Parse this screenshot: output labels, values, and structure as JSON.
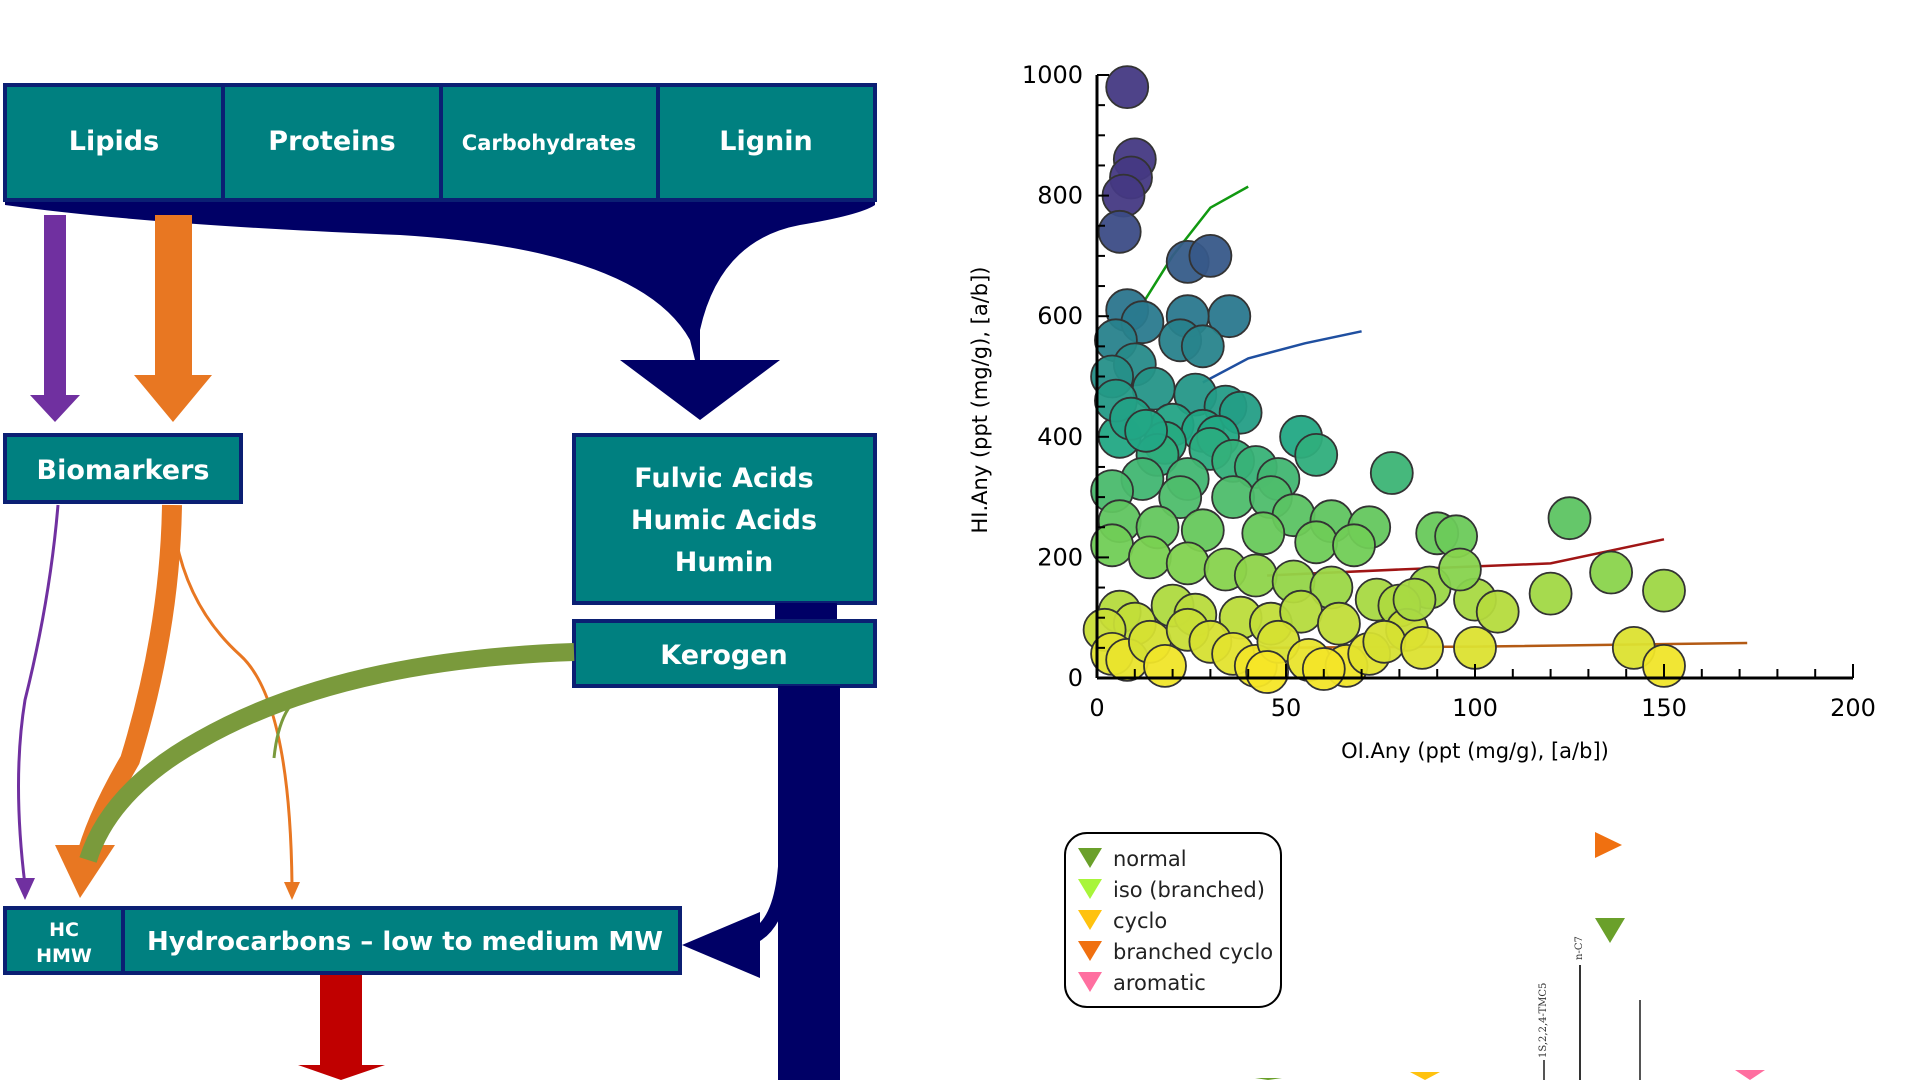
{
  "flow": {
    "sources": [
      "Lipids",
      "Proteins",
      "Carbohydrates",
      "Lignin"
    ],
    "biomarkers": "Biomarkers",
    "acids": [
      "Fulvic Acids",
      "Humic Acids",
      "Humin"
    ],
    "kerogen": "Kerogen",
    "hc_hmw": [
      "HC",
      "HMW"
    ],
    "hydrocarbons": "Hydrocarbons – low to medium MW",
    "colors": {
      "box": "#008080",
      "border": "#0b1f73",
      "navy": "#000066",
      "purple": "#7030a0",
      "orange": "#e87722",
      "green": "#7a9a3c",
      "red": "#c00000"
    }
  },
  "chart_data": [
    {
      "type": "scatter",
      "title": "",
      "xlabel": "OI.Any (ppt (mg/g), [a/b])",
      "ylabel": "HI.Any (ppt (mg/g), [a/b])",
      "xlim": [
        0,
        200
      ],
      "ylim": [
        0,
        1000
      ],
      "x_ticks": [
        "0",
        "50",
        "100",
        "150",
        "200"
      ],
      "y_ticks": [
        "0",
        "200",
        "400",
        "600",
        "800",
        "1000"
      ],
      "colormap": "viridis",
      "series": [
        {
          "points": [
            [
              8,
              980
            ],
            [
              10,
              860
            ],
            [
              9,
              830
            ],
            [
              7,
              800
            ],
            [
              6,
              740
            ],
            [
              24,
              690
            ],
            [
              30,
              700
            ],
            [
              35,
              600
            ],
            [
              8,
              610
            ],
            [
              12,
              590
            ],
            [
              5,
              560
            ],
            [
              24,
              600
            ],
            [
              22,
              560
            ],
            [
              28,
              550
            ],
            [
              10,
              520
            ],
            [
              4,
              500
            ],
            [
              15,
              480
            ],
            [
              26,
              470
            ],
            [
              34,
              450
            ],
            [
              38,
              440
            ],
            [
              20,
              420
            ],
            [
              28,
              410
            ],
            [
              32,
              400
            ],
            [
              6,
              400
            ],
            [
              18,
              390
            ],
            [
              16,
              370
            ],
            [
              30,
              380
            ],
            [
              36,
              360
            ],
            [
              42,
              350
            ],
            [
              54,
              400
            ],
            [
              58,
              370
            ],
            [
              48,
              330
            ],
            [
              24,
              330
            ],
            [
              12,
              330
            ],
            [
              4,
              310
            ],
            [
              22,
              300
            ],
            [
              36,
              300
            ],
            [
              46,
              300
            ],
            [
              52,
              270
            ],
            [
              62,
              260
            ],
            [
              72,
              250
            ],
            [
              78,
              340
            ],
            [
              90,
              240
            ],
            [
              95,
              235
            ],
            [
              125,
              265
            ],
            [
              136,
              175
            ],
            [
              150,
              145
            ],
            [
              6,
              260
            ],
            [
              16,
              250
            ],
            [
              28,
              245
            ],
            [
              44,
              240
            ],
            [
              58,
              225
            ],
            [
              68,
              220
            ],
            [
              4,
              220
            ],
            [
              14,
              200
            ],
            [
              24,
              190
            ],
            [
              34,
              180
            ],
            [
              42,
              170
            ],
            [
              52,
              160
            ],
            [
              62,
              150
            ],
            [
              74,
              130
            ],
            [
              88,
              150
            ],
            [
              100,
              130
            ],
            [
              120,
              140
            ],
            [
              6,
              110
            ],
            [
              10,
              90
            ],
            [
              20,
              120
            ],
            [
              26,
              105
            ],
            [
              38,
              100
            ],
            [
              46,
              90
            ],
            [
              54,
              110
            ],
            [
              64,
              90
            ],
            [
              80,
              120
            ],
            [
              82,
              80
            ],
            [
              106,
              110
            ],
            [
              142,
              50
            ],
            [
              150,
              20
            ],
            [
              2,
              80
            ],
            [
              4,
              40
            ],
            [
              8,
              30
            ],
            [
              14,
              60
            ],
            [
              18,
              20
            ],
            [
              24,
              80
            ],
            [
              30,
              60
            ],
            [
              36,
              40
            ],
            [
              42,
              20
            ],
            [
              48,
              60
            ],
            [
              56,
              30
            ],
            [
              66,
              20
            ],
            [
              72,
              40
            ],
            [
              76,
              60
            ],
            [
              86,
              50
            ],
            [
              100,
              50
            ],
            [
              5,
              460
            ],
            [
              9,
              430
            ],
            [
              13,
              410
            ],
            [
              45,
              10
            ],
            [
              60,
              15
            ],
            [
              84,
              130
            ],
            [
              96,
              180
            ]
          ]
        }
      ],
      "trend_lines": [
        {
          "color": "#119911",
          "points": [
            [
              10,
              600
            ],
            [
              20,
              700
            ],
            [
              30,
              780
            ],
            [
              40,
              815
            ]
          ]
        },
        {
          "color": "#1f4fa0",
          "points": [
            [
              28,
              490
            ],
            [
              40,
              530
            ],
            [
              55,
              555
            ],
            [
              70,
              575
            ]
          ]
        },
        {
          "color": "#a01515",
          "points": [
            [
              45,
              170
            ],
            [
              80,
              180
            ],
            [
              120,
              190
            ],
            [
              150,
              230
            ]
          ]
        },
        {
          "color": "#b35a14",
          "points": [
            [
              40,
              50
            ],
            [
              100,
              52
            ],
            [
              172,
              58
            ]
          ]
        }
      ]
    },
    {
      "type": "legend-fragment",
      "legend": [
        {
          "label": "normal",
          "color": "#6aa02a"
        },
        {
          "label": "iso (branched)",
          "color": "#a8f53a"
        },
        {
          "label": "cyclo",
          "color": "#ffc20e"
        },
        {
          "label": "branched cyclo",
          "color": "#f07010"
        },
        {
          "label": "aromatic",
          "color": "#ff6fa0"
        }
      ],
      "peak_labels": [
        "n-C7",
        "1S,2,2,4-TMC5"
      ]
    }
  ]
}
